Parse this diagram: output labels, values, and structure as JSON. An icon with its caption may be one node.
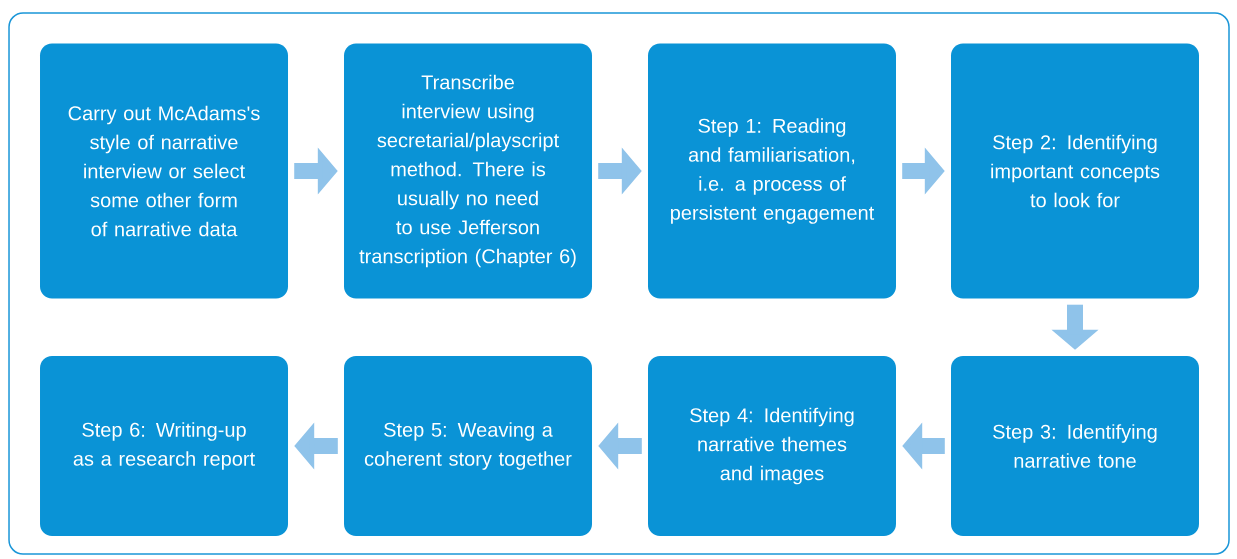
{
  "diagram": {
    "nodes": [
      {
        "text": [
          "Carry out McAdams's style of narrative interview or select some other form of narrative data"
        ]
      },
      {
        "text": [
          "Transcribe interview using secretarial/playscript method. There is usually no need to use Jefferson transcription (Chapter 6)"
        ]
      },
      {
        "text": [
          "Step 1: Reading and familiarisation, i.e. a process of persistent engagement"
        ]
      },
      {
        "text": [
          "Step 2: Identifying important concepts to look for"
        ]
      },
      {
        "text": [
          "Step 6: Writing-up as a research report"
        ]
      },
      {
        "text": [
          "Step 5: Weaving a coherent story together"
        ]
      },
      {
        "text": [
          "Step 4: Identifying narrative themes and images"
        ]
      },
      {
        "text": [
          "Step 3: Identifying narrative tone"
        ]
      }
    ],
    "edges": [
      {
        "from": 0,
        "to": 1,
        "arrow": "to"
      },
      {
        "from": 1,
        "to": 2,
        "arrow": "to"
      },
      {
        "from": 2,
        "to": 3,
        "arrow": "to"
      },
      {
        "from": 3,
        "to": 7,
        "arrow": "to"
      },
      {
        "from": 7,
        "to": 6,
        "arrow": "to"
      },
      {
        "from": 6,
        "to": 5,
        "arrow": "to"
      },
      {
        "from": 5,
        "to": 4,
        "arrow": "to"
      }
    ]
  }
}
